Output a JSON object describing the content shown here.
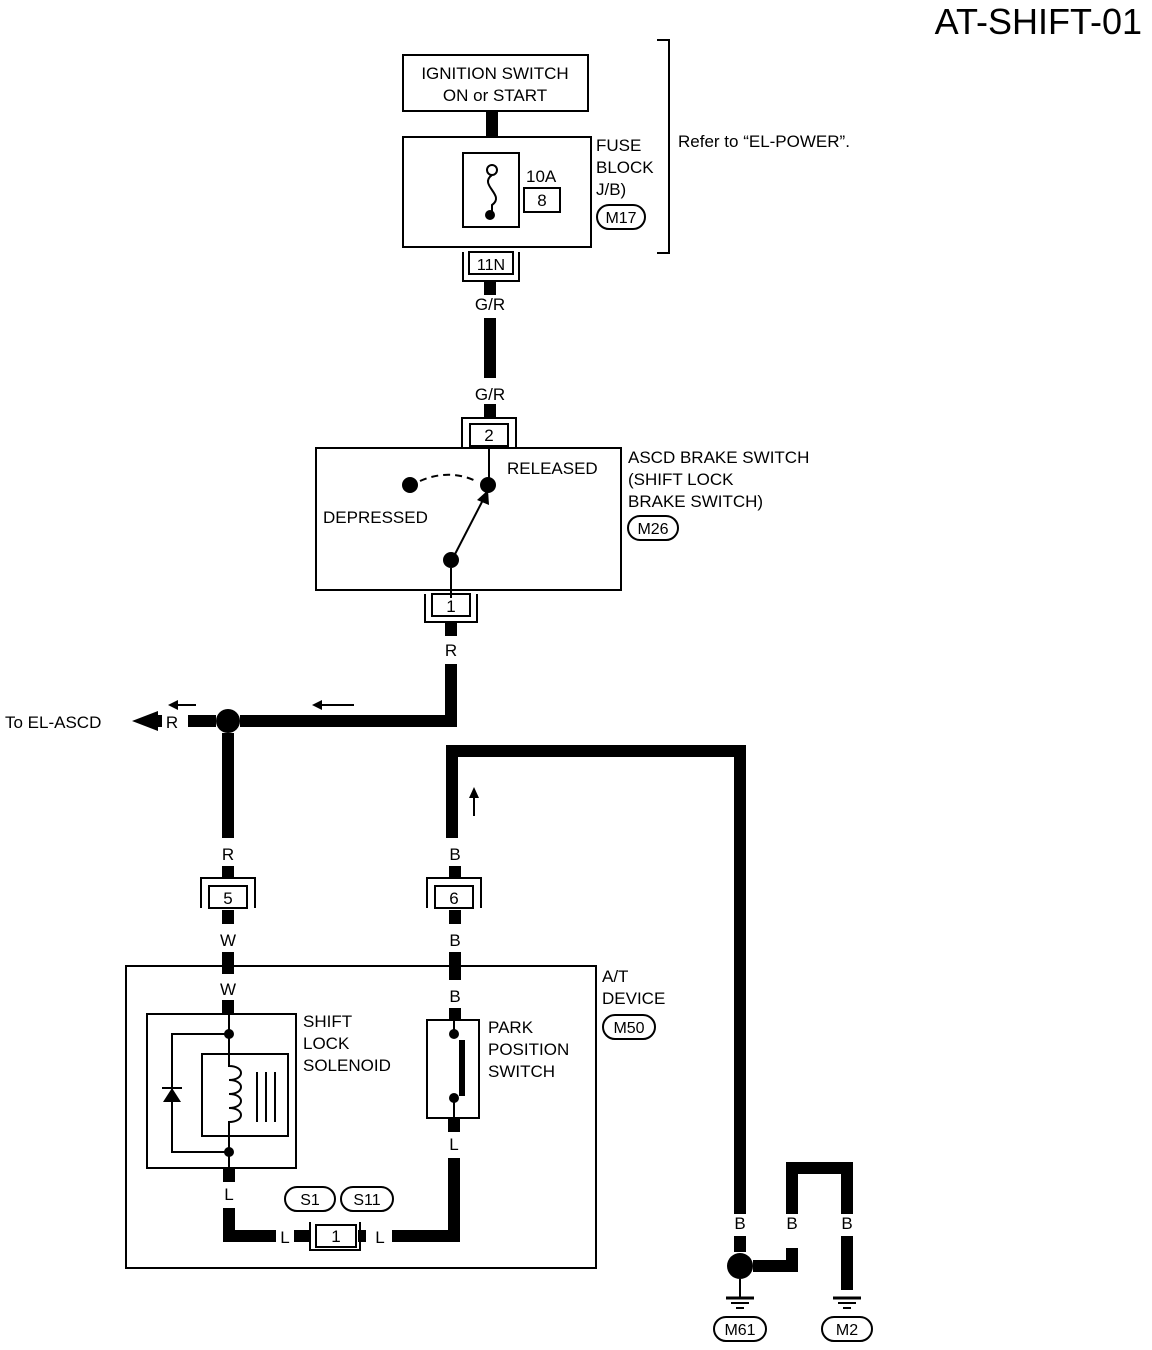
{
  "title": "AT-SHIFT-01",
  "ignition": {
    "line1": "IGNITION SWITCH",
    "line2": "ON or START"
  },
  "fuse_block": {
    "label1": "FUSE",
    "label2": "BLOCK",
    "label3": "J/B)",
    "amperage": "10A",
    "fuse_no": "8",
    "connector": "M17",
    "terminal": "11N"
  },
  "refer": "Refer to “EL-POWER”.",
  "wires": {
    "gr_top": "G/R",
    "gr_bottom": "G/R",
    "r_brake": "R",
    "r_left": "R",
    "r_down": "R",
    "b_top": "B",
    "b_mid": "B",
    "b_inner": "B",
    "w_top": "W",
    "w_inner": "W",
    "l_sol": "L",
    "l_park": "L",
    "l_left": "L",
    "l_right": "L",
    "b_m61": "B",
    "b_j1": "B",
    "b_m2": "B"
  },
  "brake_switch": {
    "line1": "ASCD BRAKE SWITCH",
    "line2": "(SHIFT LOCK",
    "line3": "BRAKE SWITCH)",
    "connector": "M26",
    "released": "RELEASED",
    "depressed": "DEPRESSED",
    "pin_top": "2",
    "pin_bottom": "1"
  },
  "to_ascd": "To EL-ASCD",
  "connectors": {
    "pin5": "5",
    "pin6": "6",
    "pin1": "1",
    "s1": "S1",
    "s11": "S11"
  },
  "at_device": {
    "line1": "A/T",
    "line2": "DEVICE",
    "connector": "M50"
  },
  "solenoid": {
    "line1": "SHIFT",
    "line2": "LOCK",
    "line3": "SOLENOID"
  },
  "park_switch": {
    "line1": "PARK",
    "line2": "POSITION",
    "line3": "SWITCH"
  },
  "grounds": {
    "m61": "M61",
    "m2": "M2"
  }
}
